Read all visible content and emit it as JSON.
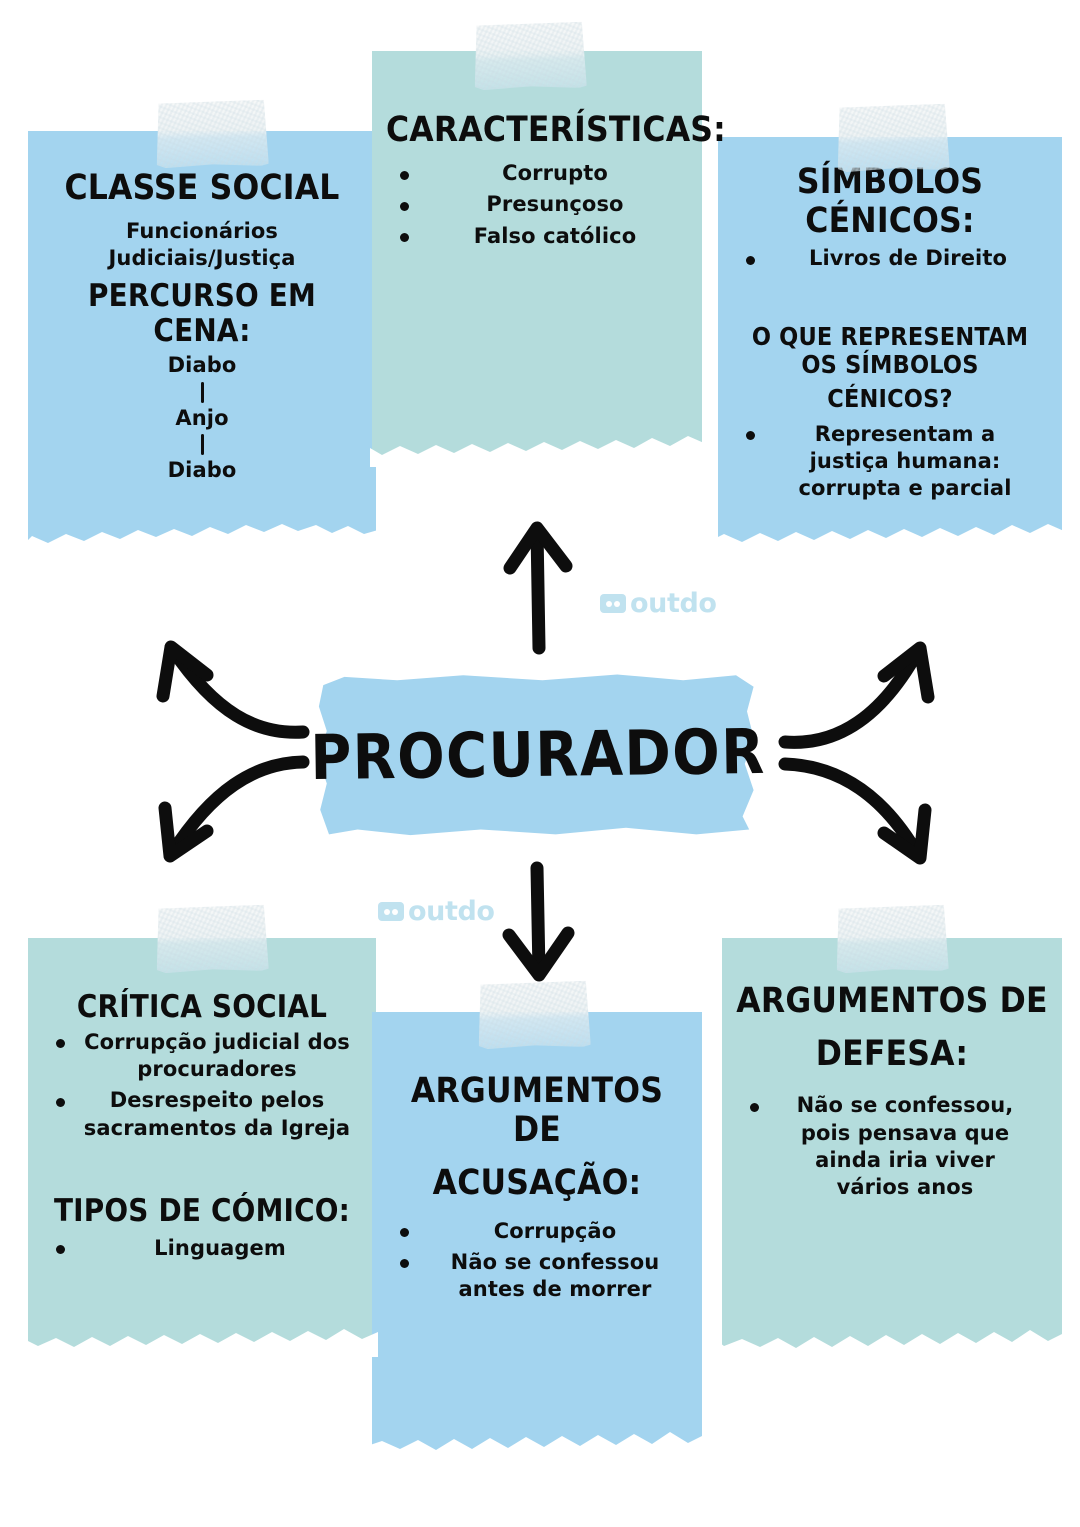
{
  "title": "Mapa mental - Procurador",
  "colors": {
    "blue_card": "#a3d4ef",
    "teal_card": "#b4dcdc",
    "ink": "#0d0d0d",
    "watermark": "#a9d7ea",
    "background": "#ffffff"
  },
  "center": {
    "label": "PROCURADOR"
  },
  "watermark": {
    "text": "outdo",
    "icon": "outdo-logo-icon"
  },
  "cards": {
    "classe_social": {
      "heading": "CLASSE SOCIAL",
      "subtitle_line1": "Funcionários",
      "subtitle_line2": "Judiciais/Justiça",
      "heading2": "PERCURSO EM CENA:",
      "chain": [
        "Diabo",
        "Anjo",
        "Diabo"
      ]
    },
    "caracteristicas": {
      "heading": "CARACTERÍSTICAS:",
      "bullets": [
        "Corrupto",
        "Presunçoso",
        "Falso católico"
      ]
    },
    "simbolos_cenicos": {
      "heading": "SÍMBOLOS CÉNICOS:",
      "bullets": [
        "Livros de Direito"
      ],
      "heading2_line1": "O QUE REPRESENTAM OS SÍMBOLOS",
      "heading2_line2": "CÉNICOS?",
      "bullets2": [
        "Representam a justiça humana: corrupta e parcial"
      ]
    },
    "critica_social": {
      "heading": "CRÍTICA SOCIAL",
      "bullets": [
        "Corrupção judicial dos procuradores",
        "Desrespeito pelos sacramentos da Igreja"
      ],
      "heading2": "TIPOS DE CÓMICO:",
      "bullets2": [
        "Linguagem"
      ]
    },
    "argumentos_acusacao": {
      "heading_line1": "ARGUMENTOS DE",
      "heading_line2": "ACUSAÇÃO:",
      "bullets": [
        "Corrupção",
        "Não se confessou antes de morrer"
      ]
    },
    "argumentos_defesa": {
      "heading_line1": "ARGUMENTOS DE",
      "heading_line2": "DEFESA:",
      "bullets": [
        "Não se confessou, pois pensava que ainda iria viver vários anos"
      ]
    }
  },
  "arrows": [
    {
      "name": "arrow-center-to-caracteristicas",
      "direction": "up"
    },
    {
      "name": "arrow-center-to-classe-social",
      "direction": "up-left"
    },
    {
      "name": "arrow-center-to-simbolos-cenicos",
      "direction": "up-right"
    },
    {
      "name": "arrow-center-to-critica-social",
      "direction": "down-left"
    },
    {
      "name": "arrow-center-to-argumentos-acusacao",
      "direction": "down"
    },
    {
      "name": "arrow-center-to-argumentos-defesa",
      "direction": "down-right"
    }
  ]
}
